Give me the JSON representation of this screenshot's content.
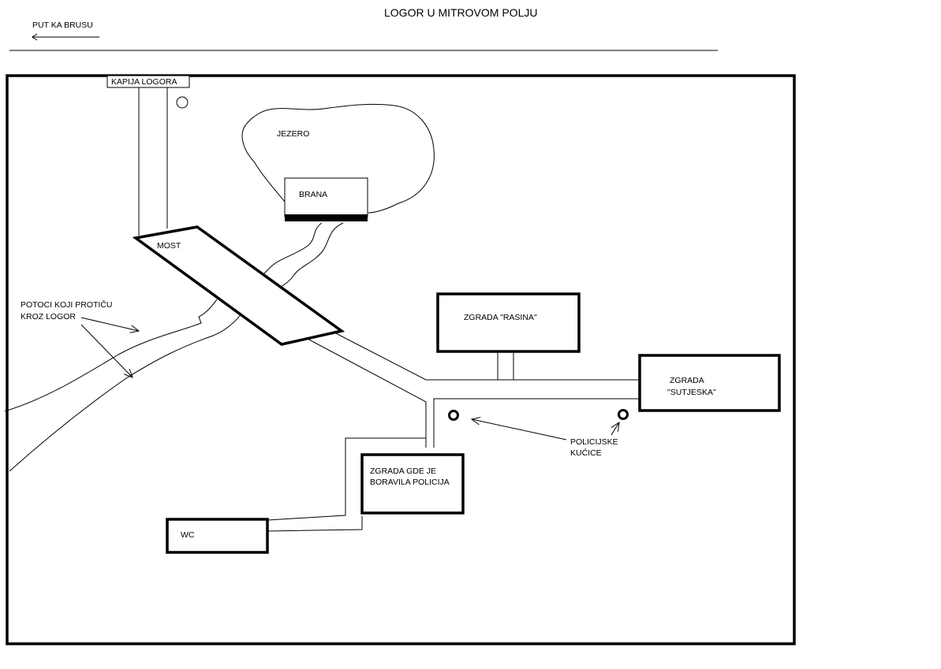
{
  "title": "LOGOR U MITROVOM POLJU",
  "road_label": "PUT KA BRUSU",
  "gate_label": "KAPIJA LOGORA",
  "lake_label": "JEZERO",
  "dam_label": "BRANA",
  "bridge_label": "MOST",
  "streams_label_1": "POTOCI KOJI PROTIČU",
  "streams_label_2": "KROZ LOGOR",
  "building_rasina": "ZGRADA \"RASINA\"",
  "building_sutjeska_1": "ZGRADA",
  "building_sutjeska_2": "\"SUTJESKA\"",
  "police_building_1": "ZGRADA GDE JE",
  "police_building_2": "BORAVILA POLICIJA",
  "police_huts_1": "POLICIJSKE",
  "police_huts_2": "KUĆICE",
  "wc_label": "WC",
  "colors": {
    "ink": "#000000",
    "background": "#ffffff"
  }
}
